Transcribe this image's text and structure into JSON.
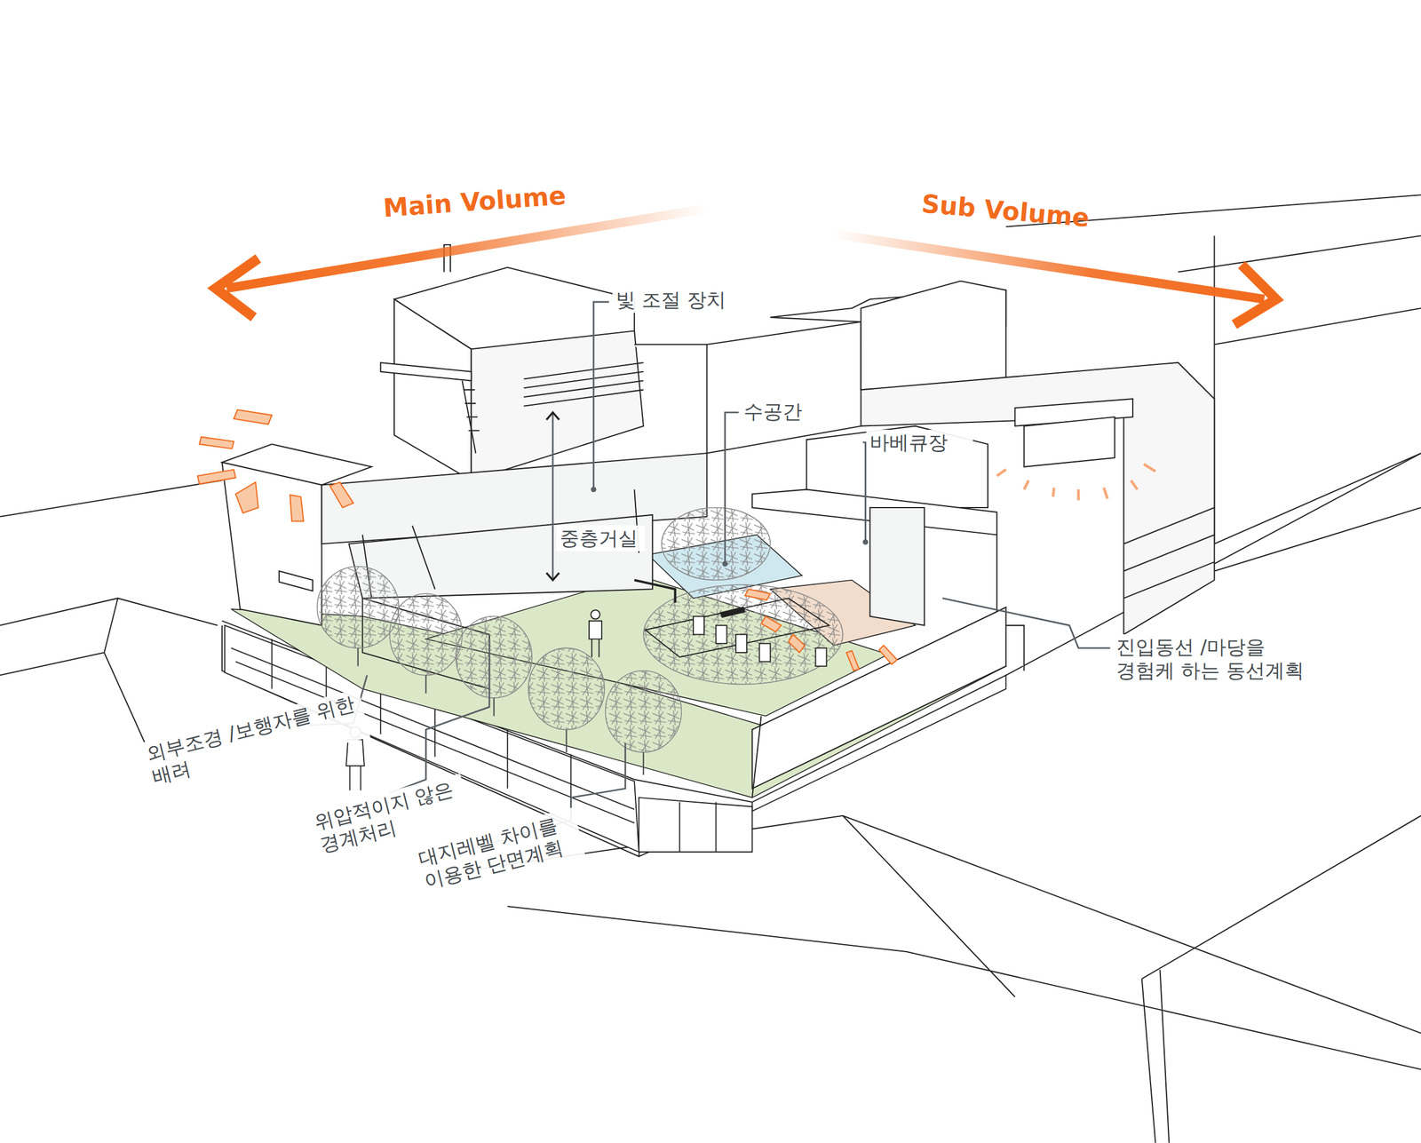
{
  "diagram": {
    "labels": [
      "Main Volume",
      "Sub Volume",
      "빛 조절 장치",
      "수공간",
      "바베큐장",
      "중층거실",
      "진입동선 /마당을 경험케 하는 동선계획",
      "외부조경 /보행자를 위한 배려",
      "위압적이지 않은 경계처리",
      "대지레벨 차이를 이용한 단면계획"
    ]
  }
}
